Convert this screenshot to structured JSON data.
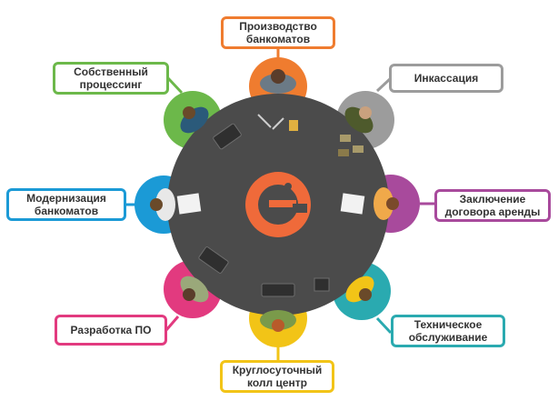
{
  "colors": {
    "orange": "#ef7c2f",
    "gray": "#9c9c9c",
    "purple": "#a84a9c",
    "teal": "#2aaab0",
    "yellow": "#f2c417",
    "pink": "#e23a7f",
    "blue": "#1b9ad6",
    "green": "#6cb84a",
    "table": "#4b4b4b",
    "logo": "#ef6a3a"
  },
  "labels": {
    "production": "Производство\nбанкоматов",
    "collection": "Инкассация",
    "lease": "Заключение\nдоговора аренды",
    "maintenance": "Техническое\nобслуживание",
    "callcenter": "Круглосуточный\nколл центр",
    "software": "Разработка ПО",
    "modernization": "Модернизация\nбанкоматов",
    "processing": "Собственный\nпроцессинг"
  }
}
